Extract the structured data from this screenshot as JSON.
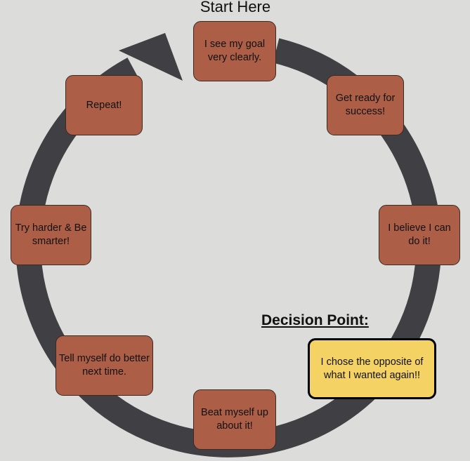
{
  "title": "Start Here",
  "decision_label": "Decision Point:",
  "nodes": [
    {
      "label": "I see my goal very clearly."
    },
    {
      "label": "Get ready for success!"
    },
    {
      "label": "I believe I can do it!"
    },
    {
      "label": "I chose the opposite of what I wanted again!!"
    },
    {
      "label": "Beat myself up about it!"
    },
    {
      "label": "Tell myself do better next time."
    },
    {
      "label": "Try harder & Be smarter!"
    },
    {
      "label": "Repeat!"
    }
  ],
  "colors": {
    "background": "#dcdcda",
    "ring": "#3f3f44",
    "node_fill": "#ac5e47",
    "highlight_fill": "#f4d364"
  }
}
